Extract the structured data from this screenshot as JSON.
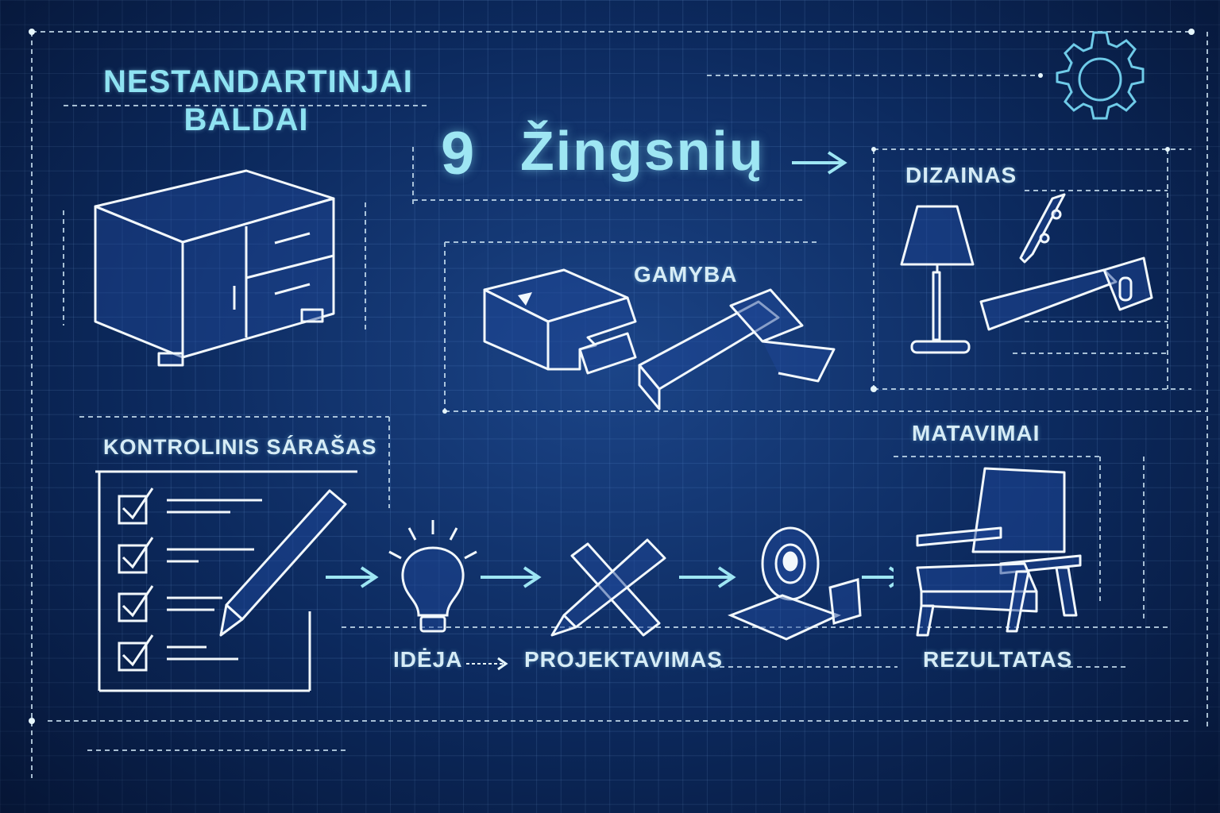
{
  "title": {
    "line1": "Nestandartinjai",
    "line2": "Baldai"
  },
  "headline": {
    "number": "9",
    "word": "Žingsnių"
  },
  "sections": {
    "gamyba": "Gamyba",
    "dizainas": "Dizainas",
    "kontrolinis": "Kontrolinis Sárašas",
    "matavimai": "Matavimai"
  },
  "flow": {
    "steps": [
      {
        "label": "Idėja",
        "icon": "lightbulb-icon"
      },
      {
        "label": "Projektavimas",
        "icon": "pencil-ruler-icon"
      },
      {
        "label": "Rezultatas",
        "icon": "armchair-icon"
      }
    ],
    "arrow_icon": "arrow-right-icon"
  },
  "icons": {
    "gear": "gear-icon",
    "cabinet": "cabinet-icon",
    "lamp": "lamp-icon",
    "saw": "saw-icon",
    "tape_measure": "tape-measure-icon",
    "checklist": "checklist-icon"
  },
  "colors": {
    "background": "#0c2a5e",
    "grid": "#78aae6",
    "accent": "#8fe3f2",
    "line": "#e6f3fa"
  }
}
